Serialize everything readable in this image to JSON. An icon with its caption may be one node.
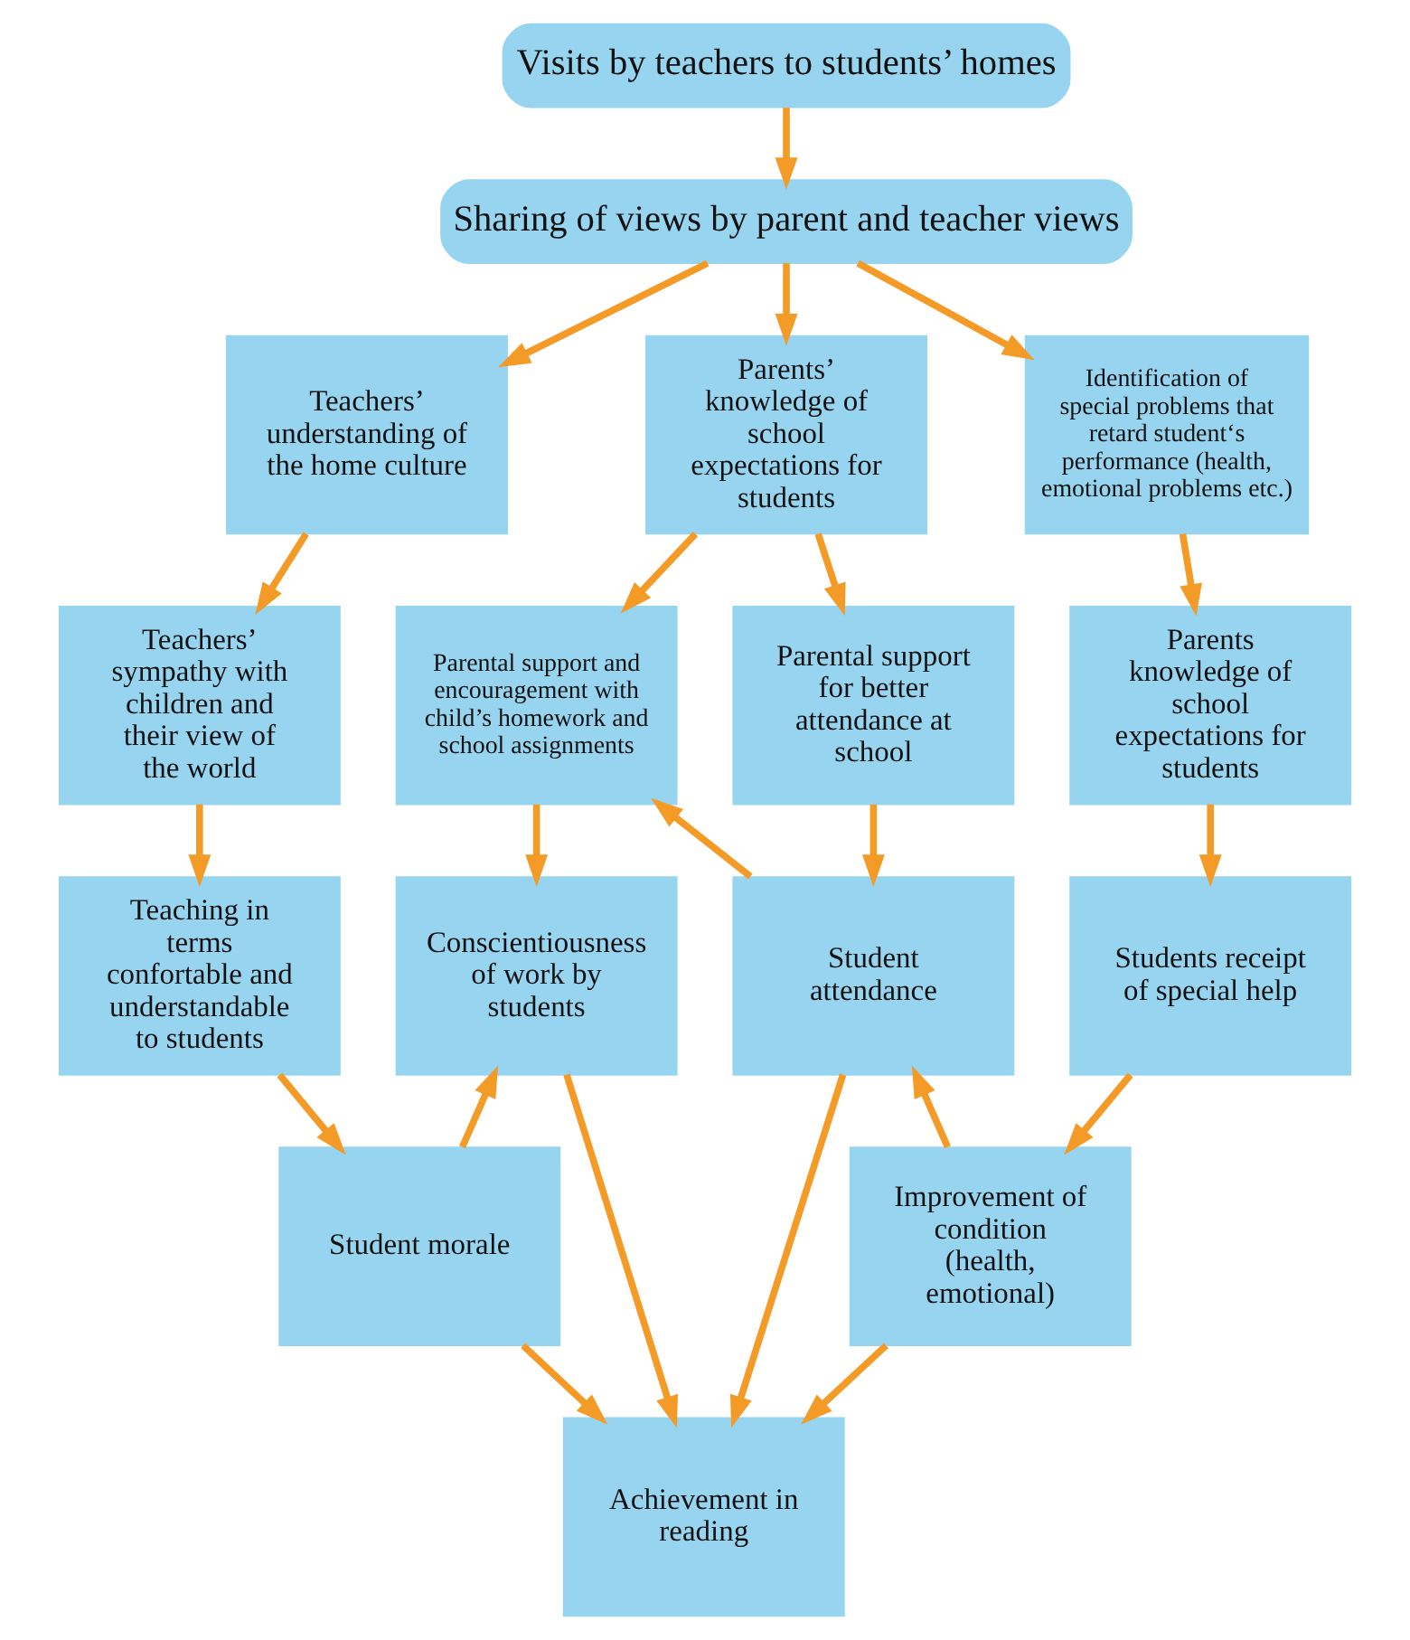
{
  "diagram": {
    "nodes": [
      {
        "text": [
          "Visits by teachers to students’ homes"
        ]
      },
      {
        "text": [
          "Sharing of views by parent and teacher views"
        ]
      },
      {
        "text": [
          "Teachers’ understanding of the home culture"
        ]
      },
      {
        "text": [
          "Parents’ knowledge of school expectations for students"
        ]
      },
      {
        "text": [
          "Identification of special problems that retard student‘s performance (health, emotional problems etc.)"
        ]
      },
      {
        "text": [
          "Teachers’ sympathy with children and their view of the world"
        ]
      },
      {
        "text": [
          "Parental support and encouragement with child’s homework and school assignments"
        ]
      },
      {
        "text": [
          "Parental support for better attendance at school"
        ]
      },
      {
        "text": [
          "Parents knowledge of school expectations for students"
        ]
      },
      {
        "text": [
          "Teaching in terms confortable and understandable to students"
        ]
      },
      {
        "text": [
          "Conscientiousness of work by students"
        ]
      },
      {
        "text": [
          "Student attendance"
        ]
      },
      {
        "text": [
          "Students receipt of special help"
        ]
      },
      {
        "text": [
          "Student morale"
        ]
      },
      {
        "text": [
          "Improvement of condition (health, emotional)"
        ]
      },
      {
        "text": [
          "Achievement in reading"
        ]
      }
    ],
    "edges": [
      {
        "from": 0,
        "to": 1,
        "arrow": "to"
      },
      {
        "from": 1,
        "to": 2,
        "arrow": "to"
      },
      {
        "from": 1,
        "to": 3,
        "arrow": "to"
      },
      {
        "from": 1,
        "to": 4,
        "arrow": "to"
      },
      {
        "from": 2,
        "to": 5,
        "arrow": "to"
      },
      {
        "from": 3,
        "to": 6,
        "arrow": "to"
      },
      {
        "from": 3,
        "to": 7,
        "arrow": "to"
      },
      {
        "from": 4,
        "to": 8,
        "arrow": "to"
      },
      {
        "from": 5,
        "to": 9,
        "arrow": "to"
      },
      {
        "from": 6,
        "to": 10,
        "arrow": "to"
      },
      {
        "from": 7,
        "to": 11,
        "arrow": "to"
      },
      {
        "from": 8,
        "to": 12,
        "arrow": "to"
      },
      {
        "from": 9,
        "to": 13,
        "arrow": "to"
      },
      {
        "from": 13,
        "to": 10,
        "arrow": "to"
      },
      {
        "from": 11,
        "to": 6,
        "arrow": "to"
      },
      {
        "from": 12,
        "to": 14,
        "arrow": "to"
      },
      {
        "from": 14,
        "to": 11,
        "arrow": "to"
      },
      {
        "from": 10,
        "to": 15,
        "arrow": "to"
      },
      {
        "from": 11,
        "to": 15,
        "arrow": "to"
      },
      {
        "from": 13,
        "to": 15,
        "arrow": "to"
      },
      {
        "from": 14,
        "to": 15,
        "arrow": "to"
      }
    ]
  }
}
